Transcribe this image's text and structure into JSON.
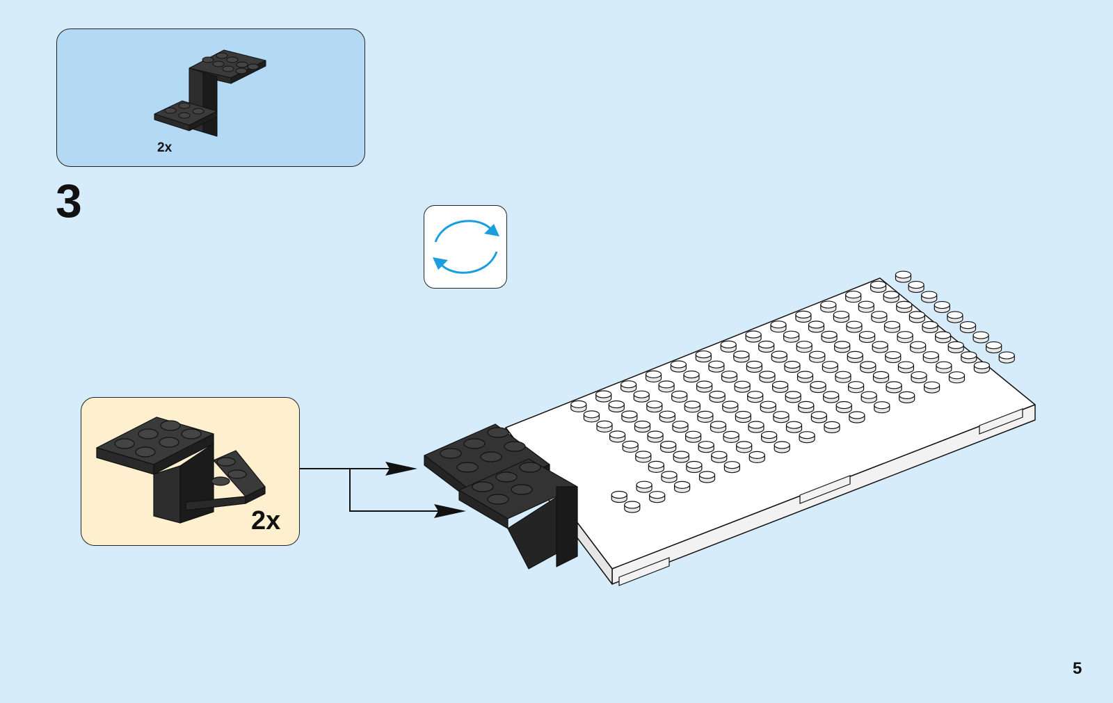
{
  "parts_list": {
    "quantity_label": "2x",
    "part_icon": "black-bracket-2x2-icon"
  },
  "step": {
    "number": "3"
  },
  "rotate_indicator": {
    "icon": "rotate-model-icon",
    "arrow_color": "#1a9ee0"
  },
  "callout": {
    "quantity_label": "2x",
    "part_icon": "black-bracket-2x2-icon"
  },
  "assembly": {
    "base_plate_icon": "white-plate-icon",
    "base_color": "#ffffff",
    "bracket_color": "#2a2a2a"
  },
  "page": {
    "number": "5"
  }
}
